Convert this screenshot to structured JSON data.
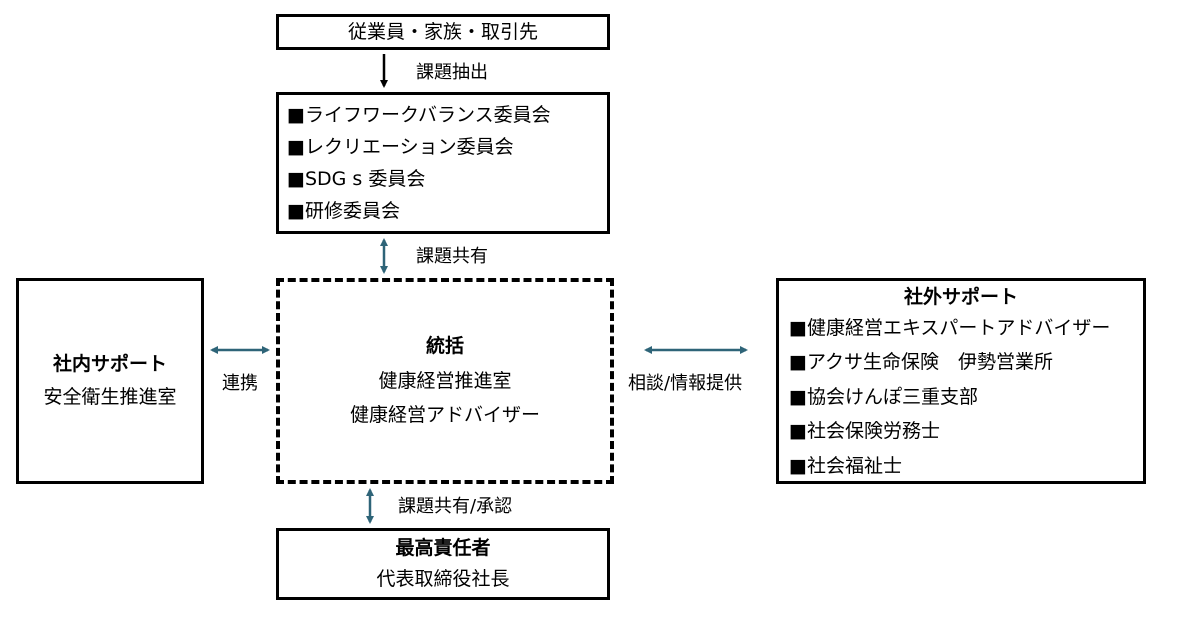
{
  "top_box": {
    "text": "従業員・家族・取引先"
  },
  "labels": {
    "extract": "課題抽出",
    "share": "課題共有",
    "share_approve": "課題共有/承認",
    "coordinate": "連携",
    "consult": "相談/情報提供"
  },
  "committees": {
    "items": [
      "■ライフワークバランス委員会",
      "■レクリエーション委員会",
      "■SDG s 委員会",
      "■研修委員会"
    ]
  },
  "center_box": {
    "title": "統括",
    "line1": "健康経営推進室",
    "line2": "健康経営アドバイザー"
  },
  "left_box": {
    "title": "社内サポート",
    "line1": "安全衛生推進室"
  },
  "right_box": {
    "title": "社外サポート",
    "items": [
      "■健康経営エキスパートアドバイザー",
      "■アクサ生命保険　伊勢営業所",
      "■協会けんぽ三重支部",
      "■社会保険労務士",
      "■社会福祉士"
    ]
  },
  "bottom_box": {
    "title": "最高責任者",
    "line1": "代表取締役社長"
  },
  "colors": {
    "arrow_teal": "#2e6478",
    "arrow_black": "#000000"
  }
}
